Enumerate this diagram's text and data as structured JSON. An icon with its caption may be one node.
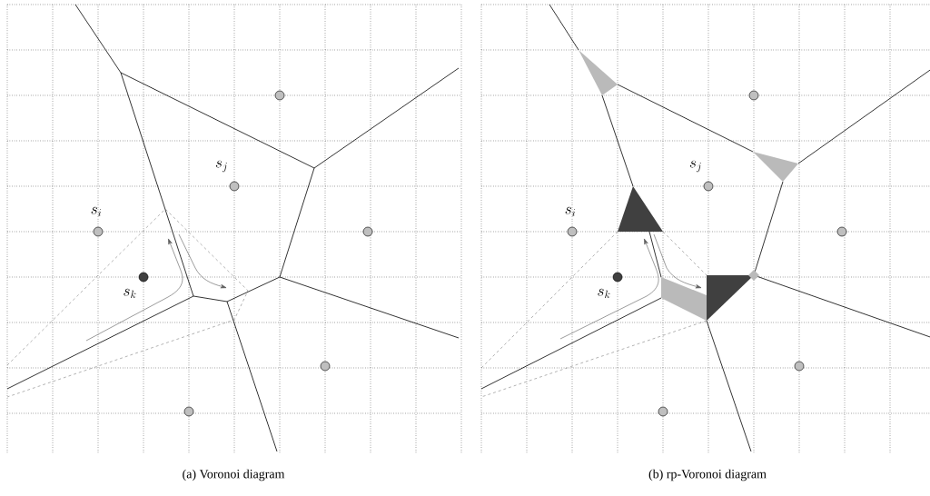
{
  "diagram": {
    "nodes": [
      {
        "text": [],
        "shape": "circle"
      },
      {
        "text": [],
        "shape": "circle",
        "beside": [
          "s_j"
        ]
      },
      {
        "text": [],
        "shape": "circle",
        "beside": [
          "s_i"
        ]
      },
      {
        "text": [],
        "shape": "circle"
      },
      {
        "text": [],
        "shape": "circle",
        "beside": [
          "s_k"
        ]
      },
      {
        "text": [],
        "shape": "circle"
      },
      {
        "text": [],
        "shape": "circle"
      },
      {
        "text": [],
        "shape": "circle"
      },
      {
        "text": [],
        "shape": "circle",
        "beside": [
          "s_j"
        ]
      },
      {
        "text": [],
        "shape": "circle",
        "beside": [
          "s_i"
        ]
      },
      {
        "text": [],
        "shape": "circle"
      },
      {
        "text": [],
        "shape": "circle",
        "beside": [
          "s_k"
        ]
      },
      {
        "text": [],
        "shape": "circle"
      },
      {
        "text": [],
        "shape": "circle"
      }
    ],
    "labels": [
      "(a) Voronoi diagram",
      "(b) rp-Voronoi diagram"
    ]
  }
}
